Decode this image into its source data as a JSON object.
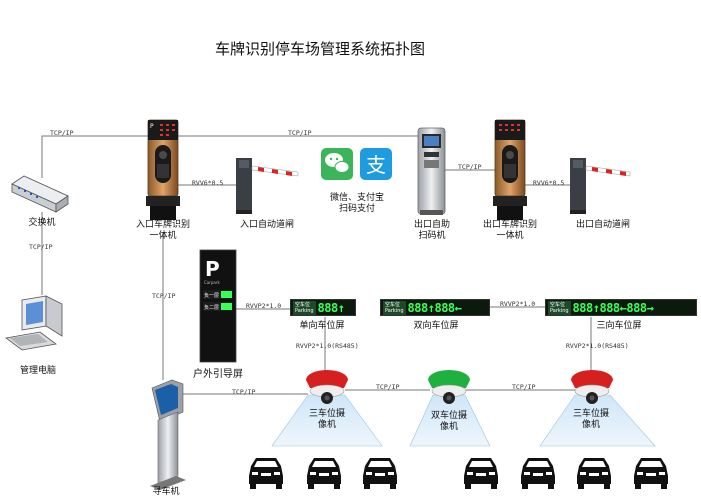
{
  "title": "车牌识别停车场管理系统拓扑图",
  "colors": {
    "line": "#777777",
    "led_green": "#39ff5a",
    "cam_red": "#d62020",
    "cam_green": "#20b040",
    "wechat": "#3bb55a",
    "alipay": "#1f9be0"
  },
  "protocols": {
    "tcp_ip": "TCP/IP",
    "rvv6": "RVV6*0.5",
    "rvvp2": "RVVP2*1.0",
    "rvvp2_rs485": "RVVP2*1.0(RS485)"
  },
  "devices": {
    "switch": "交换机",
    "pc": "管理电脑",
    "entry_lpr": "入口车牌识别\n一体机",
    "entry_gate": "入口自动道闸",
    "payment": "微信、支付宝\n扫码支付",
    "exit_kiosk": "出口自助\n扫码机",
    "exit_lpr": "出口车牌识别\n一体机",
    "exit_gate": "出口自动道闸",
    "outdoor_screen": "户外引导屏",
    "oneway_screen": "单向车位屏",
    "twoway_screen": "双向车位屏",
    "threeway_screen": "三向车位屏",
    "cam_left": "三车位摄\n像机",
    "cam_mid": "双车位摄\n像机",
    "cam_right": "三车位摄\n像机",
    "kiosk": "寻车机"
  },
  "icons": [
    "switch-icon",
    "computer-icon",
    "lpr-camera-icon",
    "barrier-gate-icon",
    "wechat-icon",
    "alipay-icon",
    "self-pay-kiosk-icon",
    "guide-screen-icon",
    "led-screen-icon",
    "parking-camera-icon",
    "car-icon",
    "car-finder-kiosk-icon"
  ],
  "screens": {
    "outdoor": {
      "p": "P",
      "sub": "Carpark",
      "row1": "负一层",
      "row2": "负二层"
    },
    "led_header": "空车位\nParking",
    "oneway_digits": "888",
    "twoway_left": "888",
    "twoway_right": "888",
    "threeway_a": "888",
    "threeway_b": "888",
    "threeway_c": "888"
  }
}
